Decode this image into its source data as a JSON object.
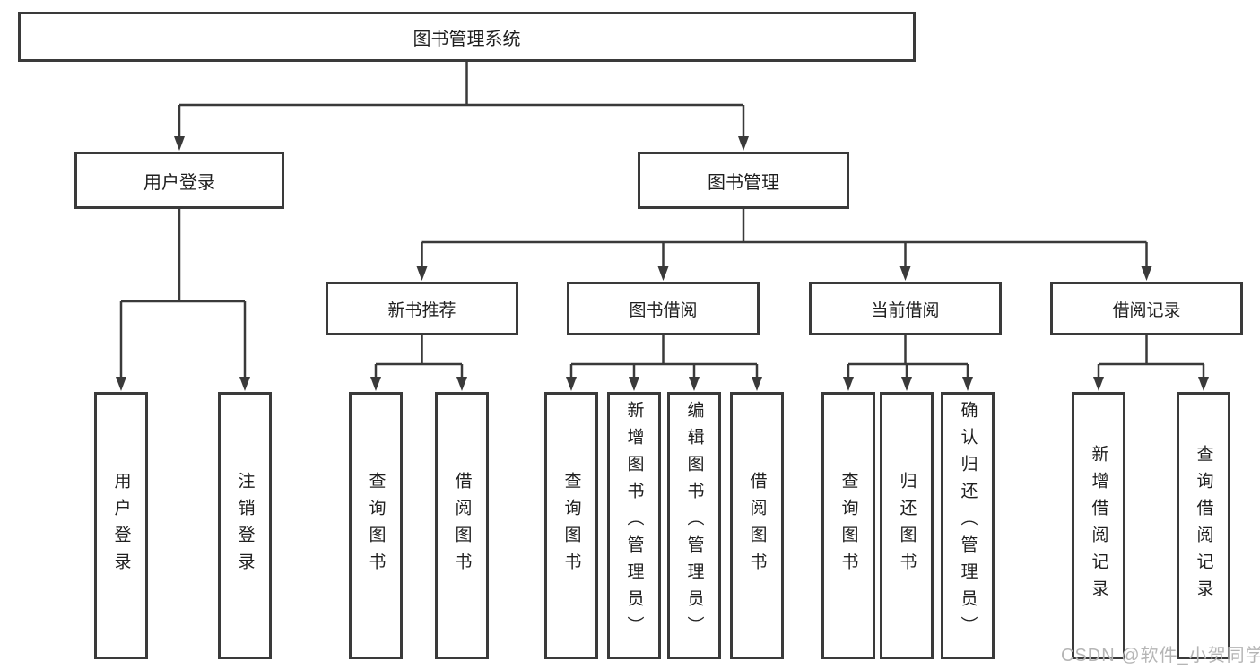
{
  "diagram": {
    "root": {
      "label": "图书管理系统"
    },
    "level2": {
      "user_login": {
        "label": "用户登录"
      },
      "book_management": {
        "label": "图书管理"
      }
    },
    "level3": {
      "new_book_recommend": {
        "label": "新书推荐"
      },
      "book_borrowing": {
        "label": "图书借阅"
      },
      "current_borrowing": {
        "label": "当前借阅"
      },
      "borrowing_records": {
        "label": "借阅记录"
      }
    },
    "leaves": {
      "user_login": {
        "label": "用户登录"
      },
      "logout": {
        "label": "注销登录"
      },
      "query_books_1": {
        "label": "查询图书"
      },
      "borrow_books_1": {
        "label": "借阅图书"
      },
      "query_books_2": {
        "label": "查询图书"
      },
      "add_books_admin": {
        "label": "新增图书（管理员）"
      },
      "edit_books_admin": {
        "label": "编辑图书（管理员）"
      },
      "borrow_books_2": {
        "label": "借阅图书"
      },
      "query_books_3": {
        "label": "查询图书"
      },
      "return_books": {
        "label": "归还图书"
      },
      "confirm_return_admin": {
        "label": "确认归还（管理员）"
      },
      "add_borrow_record": {
        "label": "新增借阅记录"
      },
      "query_borrow_record": {
        "label": "查询借阅记录"
      }
    }
  },
  "colors": {
    "border": "#3a3a3a",
    "text": "#1f1f1f",
    "background": "#ffffff",
    "watermark": "#b5b5b5"
  },
  "watermark": {
    "text": "CSDN @软件_小贺同学"
  }
}
